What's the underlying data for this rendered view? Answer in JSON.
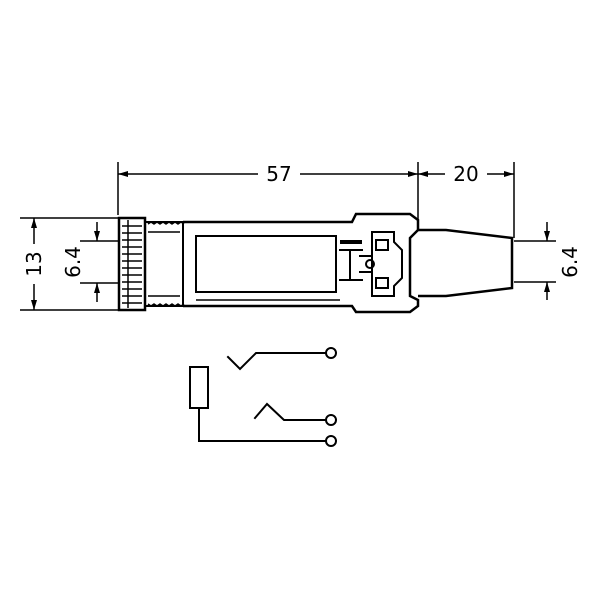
{
  "dimensions": {
    "overall_length": "57",
    "tail_length": "20",
    "body_diameter": "13",
    "bore_diameter_left": "6.4",
    "bore_diameter_right": "6.4"
  },
  "colors": {
    "line": "#000000",
    "background": "#ffffff"
  }
}
